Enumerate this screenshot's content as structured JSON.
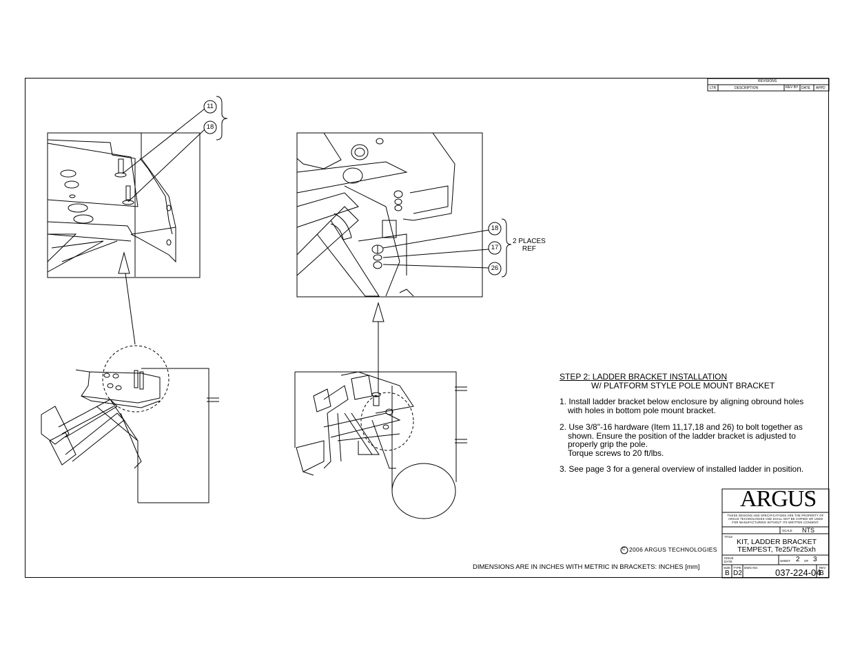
{
  "revisions": {
    "title": "REVISIONS",
    "columns": [
      "LTR",
      "DESCRIPTION",
      "REV BY",
      "DATE",
      "APPD"
    ]
  },
  "callouts": {
    "left_top": [
      "11",
      "18"
    ],
    "right": [
      "18",
      "17",
      "26"
    ],
    "places_note": [
      "2 PLACES",
      "REF"
    ]
  },
  "notes": {
    "heading_line1": "STEP 2: LADDER BRACKET INSTALLATION",
    "heading_line2": "W/ PLATFORM STYLE POLE MOUNT BRACKET",
    "step1_line1": "1. Install ladder bracket below enclosure by aligning obround holes",
    "step1_line2": "with holes in bottom pole mount bracket.",
    "step2_line1": "2. Use 3/8\"-16 hardware (Item 11,17,18 and 26) to bolt together as",
    "step2_line2": "shown. Ensure the position of the ladder bracket is adjusted to",
    "step2_line3": "properly grip the pole.",
    "step2_line4": "Torque screws to 20 ft/lbs.",
    "step3": "3. See page 3 for a general overview of installed ladder in position."
  },
  "title_block": {
    "logo": "ARGUS",
    "registered": "®",
    "disclaimer_line1": "THESE DESIGNS AND SPECIFICATIONS ARE THE PROPERTY OF",
    "disclaimer_line2": "ARGUS TECHNOLOGIES AND SHALL NOT BE COPIED OR USED",
    "disclaimer_line3": "FOR MANUFACTURING WITHOUT ITS WRITTEN CONSENT.",
    "scale_label": "SCALE",
    "scale_value": "NTS",
    "title_label": "TITLE",
    "title_line1": "KIT, LADDER BRACKET",
    "title_line2": "TEMPEST, Te25/Te25xh",
    "issue_label": "ISSUE",
    "date_label": "DATE",
    "sheet_label": "SHEET",
    "sheet_value": "2",
    "of_label": "OF",
    "of_value": "3",
    "size_label": "SIZE",
    "size_value": "B",
    "type_label": "TYPE",
    "type_value": "D2",
    "dwg_label": "DWG NO.",
    "dwg_value": "037-224-04",
    "rev_label": "REV",
    "rev_value": "B"
  },
  "copyright": {
    "symbol": "C",
    "text": "2006 ARGUS TECHNOLOGIES"
  },
  "dimensions_note": "DIMENSIONS ARE IN INCHES WITH METRIC IN BRACKETS: INCHES [mm]"
}
